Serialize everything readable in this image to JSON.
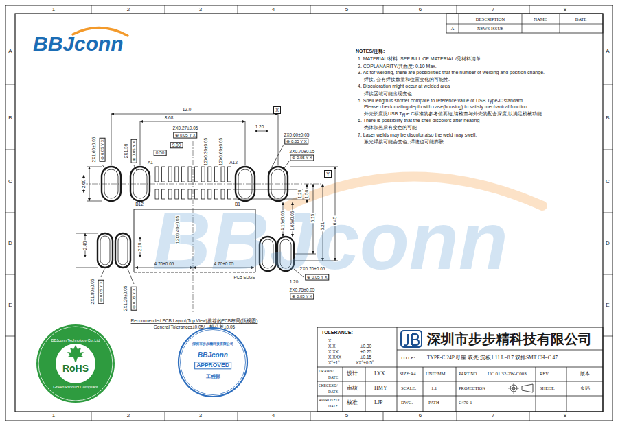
{
  "diagram": {
    "nodes": [
      {
        "text": [
          "X"
        ]
      },
      {
        "text": [
          "Y"
        ]
      },
      {
        "text": [
          "BBJconn Technology Co.,Ltd",
          "RoHS",
          "Green Product Compliant"
        ]
      },
      {
        "text": [
          "深圳市步步精科技有限公司",
          "BBJconn",
          "APPROVED",
          "工程部"
        ]
      }
    ],
    "labels": [
      "1",
      "2",
      "3",
      "4",
      "5",
      "6",
      "7",
      "8",
      "1",
      "2",
      "3",
      "4",
      "5",
      "6",
      "7",
      "8",
      "A",
      "B",
      "C",
      "D",
      "E",
      "A",
      "B",
      "C",
      "D",
      "E",
      "DESCRIPTION",
      "NAME",
      "DATE",
      "A",
      "NEWS ISSUE",
      "BBJconn",
      "NOTES/注释:",
      "1. MATERIAL/材料: SEE BILL OF MATERIAL /见材料清单",
      "2. COPLANARITY/共面度: 0.10 Max.",
      "3. As for welding, there are possibilities that the number of welding and position change.",
      "焊接, 会有焊接数量和位置变化的可能性.",
      "4. Discoloration might occur at welded area",
      "焊接区域可能出现变色",
      "5. Shell length is shorter compare to reference value of USB Type-C standard.",
      "Please check mating depth with case(housing) to satisfy mechanical function.",
      "外壳长度比USB Type C标准的参考值要短,请检查与外壳的配合深度,以满足机械功能",
      "6. There is possibility that the shell discolors after heating",
      "壳体加热后有变色的可能",
      "7. Laser welds may be discolor,also the weld may swell.",
      "激光焊接可能会变色, 焊缝也可能膨胀",
      "12.0",
      "8.68",
      "2X0.27±0.05",
      "⊕ 0.05 Y X",
      "9.00",
      "0.50",
      "12X0.30±0.05",
      "12X0.60±0.05",
      "A1",
      "A12",
      "B12",
      "B1",
      "1.20",
      "2X0.60±0.05",
      "⊕ 0.05 Y X",
      "2X0.70±0.05",
      "⊕ 0.05 Y X",
      "2X1.60±0.05",
      "⊕ 0.05 Y X",
      "2X1.30",
      "⊕ 0.05 Y X",
      "2.60",
      "1.20",
      "1.50",
      "4.15±0.05",
      "1.65±0.05",
      "5.15",
      "5.21",
      "6.45",
      "12X0.40±0.05",
      "2.40",
      "2.10",
      "4.70±0.05",
      "4.70±0.05",
      "PCB EDGE",
      "2X1.80±0.05",
      "⊕ 0.05 Y X",
      "2X1.20±0.05",
      "⊕ 0.05 Y X",
      "2X0.70±0.05",
      "1.20",
      "⊕ 0.05 Y X",
      "2X0.75±0.05",
      "⊕ 0.05 Y X",
      "Recommended PCB Layout(Top View)推荐的PCB布局(顶视图)",
      "General Tolerances±0.05/一般公差±0.05",
      "BBJconn",
      "TOLERANCE:",
      "X.",
      "X.X",
      "X.XX",
      "X.XXX",
      "±0.30",
      "±0.25",
      "±0.15",
      "X°±1°",
      "XX°±0.5°",
      "深圳市步步精科技有限公司",
      "TITLE:",
      "TYPE-C 24P 母座 双壳 沉板1.11 L=8.7 双排SMT CH=C.47",
      "DRAWN/",
      "DATE",
      "设计",
      "LYX",
      "SIZE:A4",
      "UNIT:MM",
      "PART NO",
      "UC.01.32-2W-C003",
      "REV.",
      "版本",
      "CHECKED/",
      "DATE",
      "审核",
      "HMY",
      "SCALE:",
      "1:1",
      "PROJECTION",
      "SHEET:",
      "页码",
      "APPROVED/",
      "DATE",
      "核准",
      "LJP",
      "DWG.",
      "PATH",
      "C470-1"
    ]
  }
}
